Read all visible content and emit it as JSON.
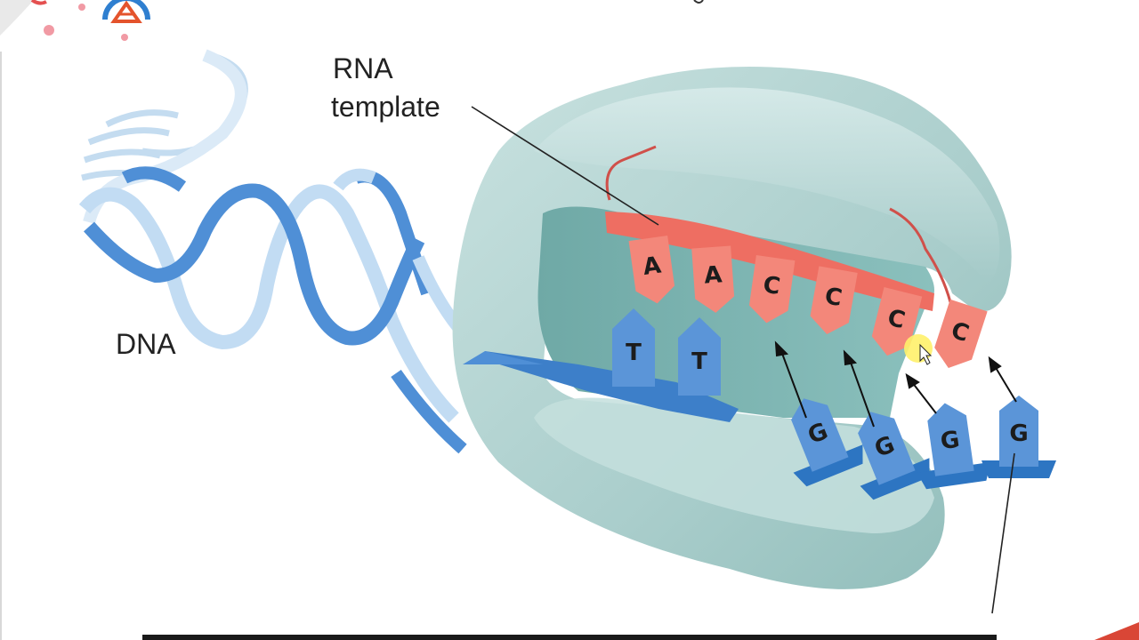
{
  "labels": {
    "rna_template_line1": "RNA",
    "rna_template_line2": "template",
    "dna": "DNA"
  },
  "template_bases": [
    "A",
    "A",
    "C",
    "C",
    "C",
    "C"
  ],
  "dna_bases_paired": [
    "T",
    "T"
  ],
  "incoming_nucleotides": [
    "G",
    "G",
    "G",
    "G"
  ],
  "colors": {
    "enzyme": "#aacfcd",
    "enzyme_inner": "#7fb7b4",
    "rna": "#ee6e62",
    "rna_base": "#f3877a",
    "dna_dark": "#4f8fd6",
    "dna_light": "#b9d8f2",
    "nucleotide": "#5b95d8",
    "cursor_highlight": "#ffee22"
  },
  "icons": [
    "logo-icon",
    "cursor-icon"
  ]
}
